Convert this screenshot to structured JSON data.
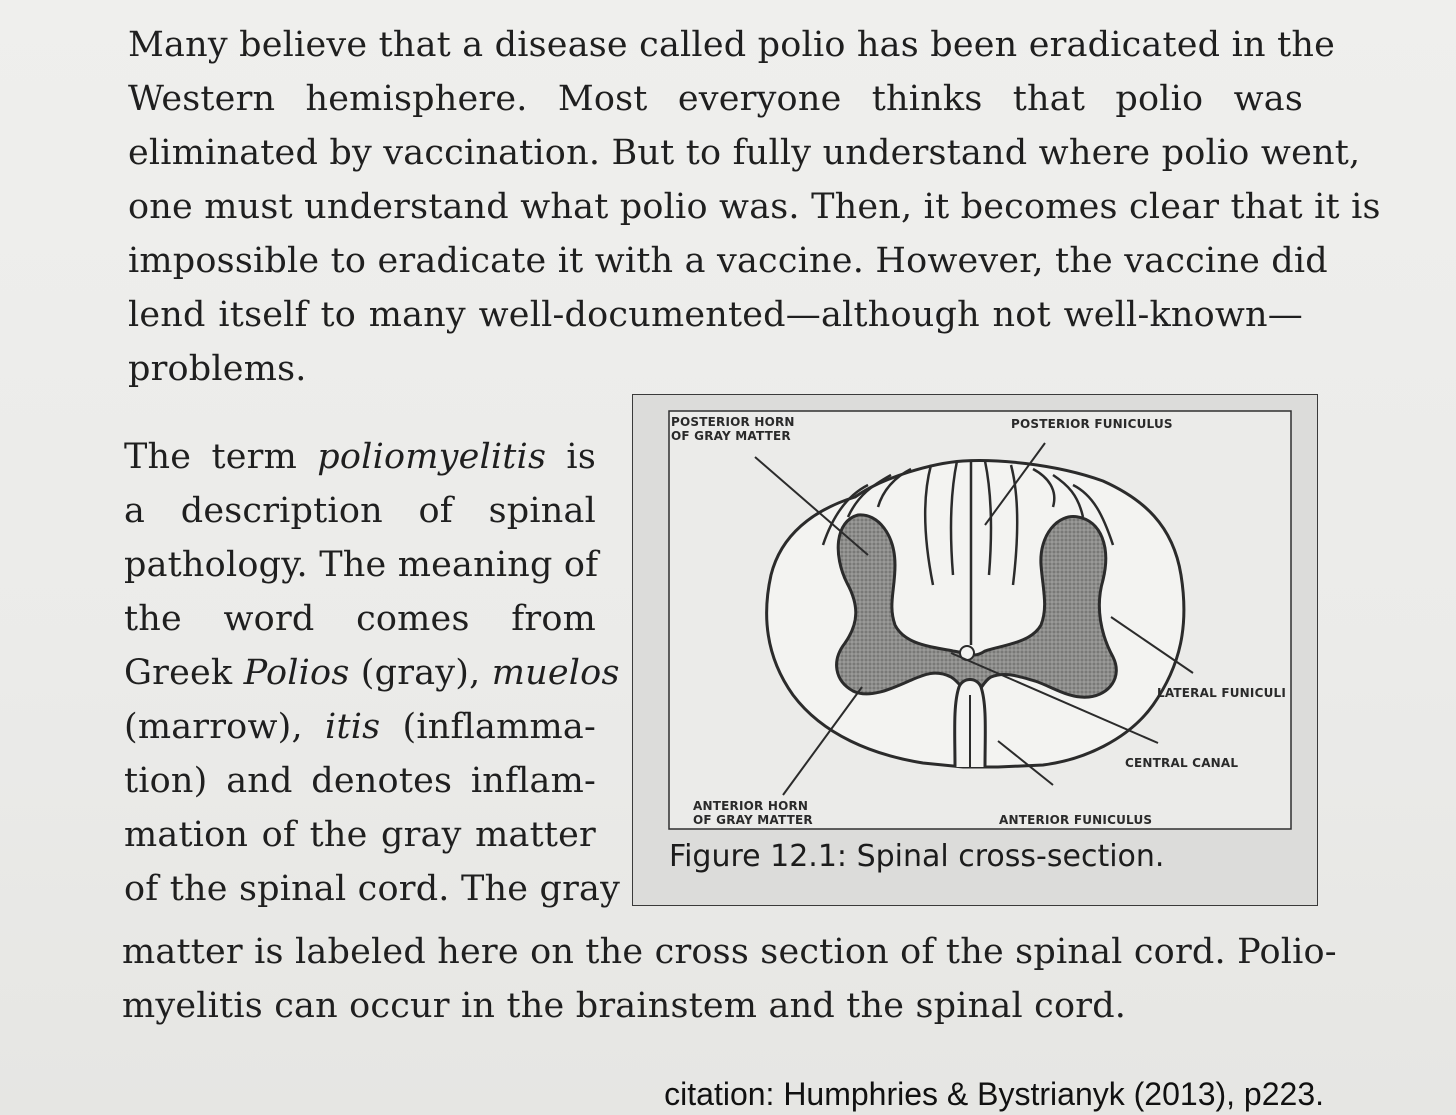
{
  "paragraph1": {
    "lines": [
      "Many believe that a disease called polio has been eradicated in the",
      "Western hemisphere. Most everyone thinks that polio was",
      "eliminated by vaccination. But to fully understand where polio went,",
      "one must understand what polio was. Then, it becomes clear that it is",
      "impossible to eradicate it with a vaccine. However, the vaccine did",
      "lend itself to many well-documented—although not well-known—",
      "problems."
    ]
  },
  "paragraph2": {
    "l1_a": "The term ",
    "l1_em": "poliomyelitis",
    "l1_b": " is",
    "l2": "a description of spinal",
    "l3": "pathology. The meaning of",
    "l4": "the word comes from",
    "l5_a": "Greek ",
    "l5_em1": "Polios",
    "l5_b": " (gray), ",
    "l5_em2": "muelos",
    "l6_a": "(marrow), ",
    "l6_em": "itis",
    "l6_b": " (inflamma-",
    "l7": "tion) and denotes inflam-",
    "l8": "mation of the gray matter",
    "l9": "of the spinal cord. The gray"
  },
  "paragraph3": {
    "lines": [
      "matter is labeled here on the cross section of the spinal cord. Polio-",
      "myelitis can occur in the brainstem and the spinal cord."
    ]
  },
  "figure": {
    "caption": "Figure 12.1: Spinal cross-section.",
    "labels": {
      "posterior_horn_1": "POSTERIOR HORN",
      "posterior_horn_2": "OF GRAY MATTER",
      "posterior_funiculus": "POSTERIOR FUNICULUS",
      "lateral_funiculi": "LATERAL FUNICULI",
      "central_canal": "CENTRAL CANAL",
      "anterior_horn_1": "ANTERIOR HORN",
      "anterior_horn_2": "OF GRAY MATTER",
      "anterior_funiculus": "ANTERIOR FUNICULUS"
    }
  },
  "citation": "citation: Humphries & Bystrianyk (2013), p223."
}
